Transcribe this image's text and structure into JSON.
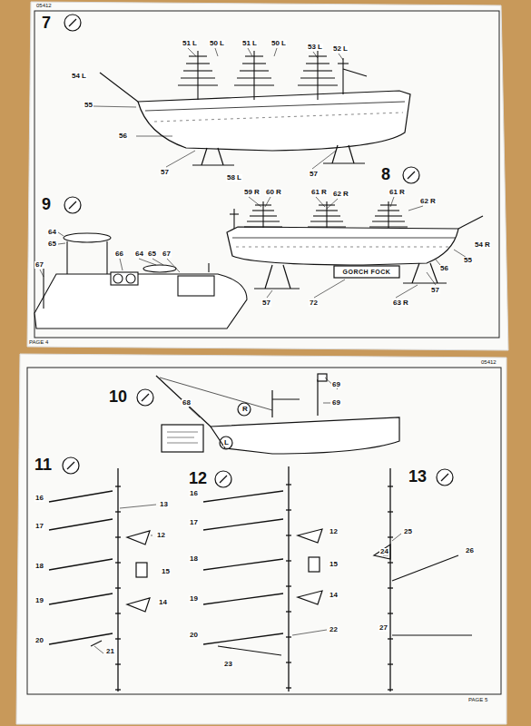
{
  "diagram": {
    "labels": [
      "05412",
      "7",
      "51 L",
      "50 L",
      "51 L",
      "50 L",
      "53 L",
      "52 L",
      "54 L",
      "55",
      "56",
      "57",
      "58 L",
      "57",
      "8",
      "59 R",
      "60 R",
      "61 R",
      "62 R",
      "61 R",
      "62 R",
      "54 R",
      "55",
      "56",
      "57",
      "57",
      "72",
      "63 R",
      "GORCH FOCK",
      "9",
      "64",
      "65",
      "66",
      "64",
      "65",
      "67",
      "67",
      "PAGE 4",
      "05412",
      "10",
      "68",
      "69",
      "69",
      "R",
      "L",
      "11",
      "16",
      "17",
      "13",
      "12",
      "18",
      "15",
      "19",
      "14",
      "20",
      "21",
      "12",
      "16",
      "17",
      "12",
      "18",
      "15",
      "19",
      "14",
      "20",
      "22",
      "23",
      "13",
      "25",
      "24",
      "26",
      "27",
      "PAGE 5"
    ]
  }
}
